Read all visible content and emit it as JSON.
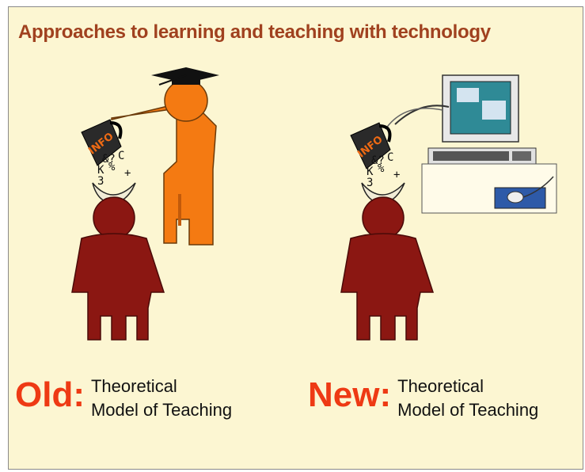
{
  "title": "Approaches to learning and teaching with technology",
  "old": {
    "label": "Old:",
    "line1": "Theoretical",
    "line2": "Model of Teaching"
  },
  "new": {
    "label": "New:",
    "line1": "Theoretical",
    "line2": "Model of Teaching"
  },
  "jug_label": "INFO",
  "colors": {
    "background": "#fcf6d2",
    "title": "#a0411f",
    "student": "#8b1712",
    "teacher": "#f47a12",
    "caption_accent": "#ee3a14"
  }
}
